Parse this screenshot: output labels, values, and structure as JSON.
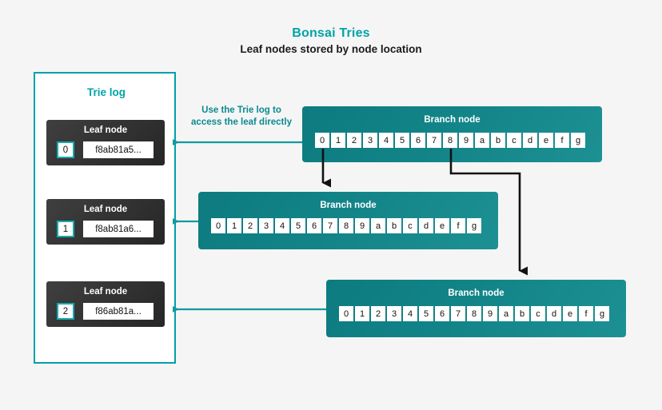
{
  "header": {
    "title": "Bonsai Tries",
    "subtitle": "Leaf nodes stored by node location"
  },
  "trie_log": {
    "panel_title": "Trie log",
    "leaf_nodes": [
      {
        "label": "Leaf node",
        "index": "0",
        "hash": "f8ab81a5..."
      },
      {
        "label": "Leaf node",
        "index": "1",
        "hash": "f8ab81a6..."
      },
      {
        "label": "Leaf node",
        "index": "2",
        "hash": "f86ab81a..."
      }
    ]
  },
  "annotation": {
    "line1": "Use the Trie log to",
    "line2": "access the leaf directly"
  },
  "branch_nodes": [
    {
      "label": "Branch node",
      "cells": [
        "0",
        "1",
        "2",
        "3",
        "4",
        "5",
        "6",
        "7",
        "8",
        "9",
        "a",
        "b",
        "c",
        "d",
        "e",
        "f",
        "g"
      ]
    },
    {
      "label": "Branch node",
      "cells": [
        "0",
        "1",
        "2",
        "3",
        "4",
        "5",
        "6",
        "7",
        "8",
        "9",
        "a",
        "b",
        "c",
        "d",
        "e",
        "f",
        "g"
      ]
    },
    {
      "label": "Branch node",
      "cells": [
        "0",
        "1",
        "2",
        "3",
        "4",
        "5",
        "6",
        "7",
        "8",
        "9",
        "a",
        "b",
        "c",
        "d",
        "e",
        "f",
        "g"
      ]
    }
  ],
  "colors": {
    "accent_teal": "#00a3a8",
    "branch_teal": "#128488",
    "leaf_dark": "#333333",
    "background": "#f5f5f5",
    "connector_black": "#111111"
  }
}
